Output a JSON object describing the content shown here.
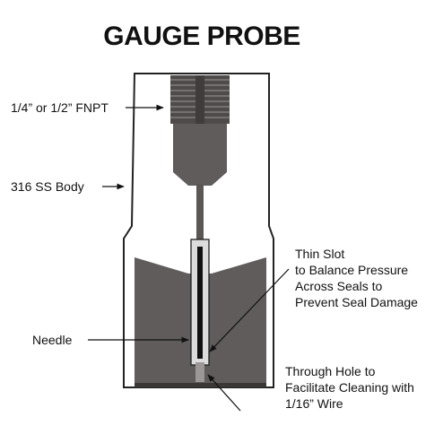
{
  "title": "GAUGE PROBE",
  "labels": {
    "fnpt": "1/4” or 1/2” FNPT",
    "body": "316 SS Body",
    "needle": "Needle",
    "slot": [
      "Thin Slot",
      "to Balance Pressure",
      "Across Seals to",
      "Prevent Seal Damage"
    ],
    "hole": [
      "Through Hole to",
      "Facilitate Cleaning with",
      "1/16” Wire"
    ]
  },
  "colors": {
    "outline": "#222222",
    "fill_dark": "#5f5c5b",
    "thread": "#4e4b4a",
    "line": "#111111"
  }
}
